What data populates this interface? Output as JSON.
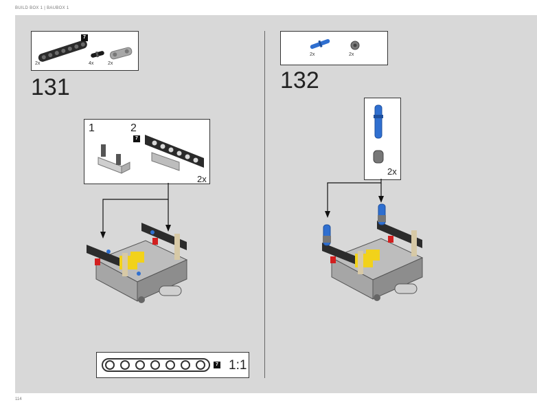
{
  "header": {
    "text": "BUILD BOX 1 | BAUBOX 1"
  },
  "footer": {
    "page_number": "114"
  },
  "step131": {
    "number": "131",
    "parts": [
      {
        "qty": "2x",
        "badge": "7"
      },
      {
        "qty": "4x"
      },
      {
        "qty": "2x"
      }
    ],
    "sub": {
      "step1": "1",
      "step2": "2",
      "badge": "7",
      "multiplier": "2x"
    },
    "scale_badge": "7",
    "scale_ratio": "1:1"
  },
  "step132": {
    "number": "132",
    "parts": [
      {
        "qty": "2x"
      },
      {
        "qty": "2x"
      }
    ],
    "sub": {
      "multiplier": "2x"
    }
  },
  "colors": {
    "page_bg": "#d8d8d8",
    "blue": "#2f6fd0",
    "yellow": "#f2d21a",
    "red": "#d21f1f",
    "dark": "#333333",
    "light_grey": "#bdbdbd"
  }
}
